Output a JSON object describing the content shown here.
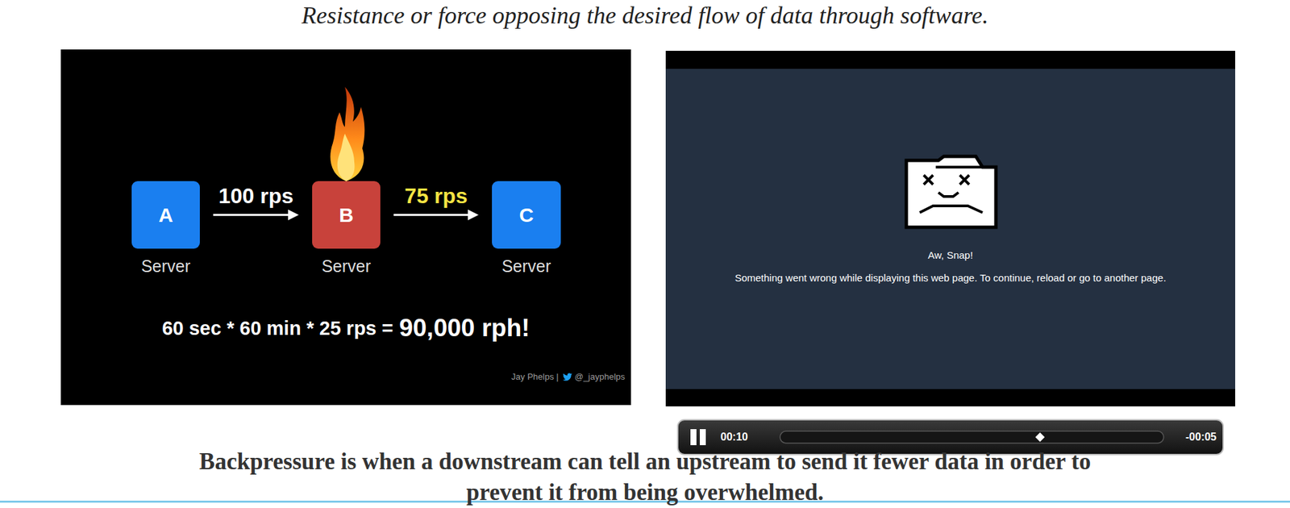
{
  "diagram": {
    "title": "Resistance or force opposing the desired flow of data through software.",
    "caption": "Backpressure is when a downstream can tell an upstream to send it fewer data in order to prevent it from being overwhelmed.",
    "nodes": [
      {
        "text": [
          "A",
          "Server"
        ]
      },
      {
        "text": [
          "B",
          "Server"
        ]
      },
      {
        "text": [
          "C",
          "Server"
        ]
      }
    ],
    "edges": [
      {
        "from": 0,
        "to": 1,
        "label": "100 rps",
        "arrow": "to"
      },
      {
        "from": 1,
        "to": 2,
        "label": "75 rps",
        "arrow": "to"
      }
    ],
    "labels": [
      "Jay Phelps |",
      "@_jayphelps",
      "60 sec * 60 min * 25 rps =",
      "90,000 rph!",
      "Aw, Snap!",
      "Something went wrong while displaying this web page. To continue, reload or go to another page.",
      "00:10",
      "-00:05"
    ]
  }
}
